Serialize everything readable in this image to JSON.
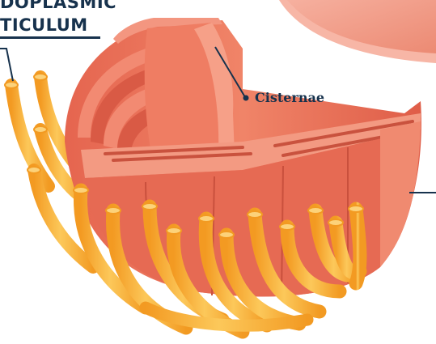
{
  "title": {
    "line1": "DOPLASMIC",
    "line2": "TICULUM"
  },
  "labels": {
    "cisternae": "Cisternae"
  },
  "colors": {
    "label_text": "#17324d",
    "rough_er_outer": "#e9735d",
    "rough_er_dark": "#c8513d",
    "rough_er_light": "#f7a08c",
    "smooth_er_tube": "#f6ab2e",
    "smooth_er_light": "#fcd27a",
    "nucleus_bg": "#f19a86",
    "leader_line": "#17324d"
  },
  "icons": {
    "leader_dot": "leader-dot-icon"
  }
}
